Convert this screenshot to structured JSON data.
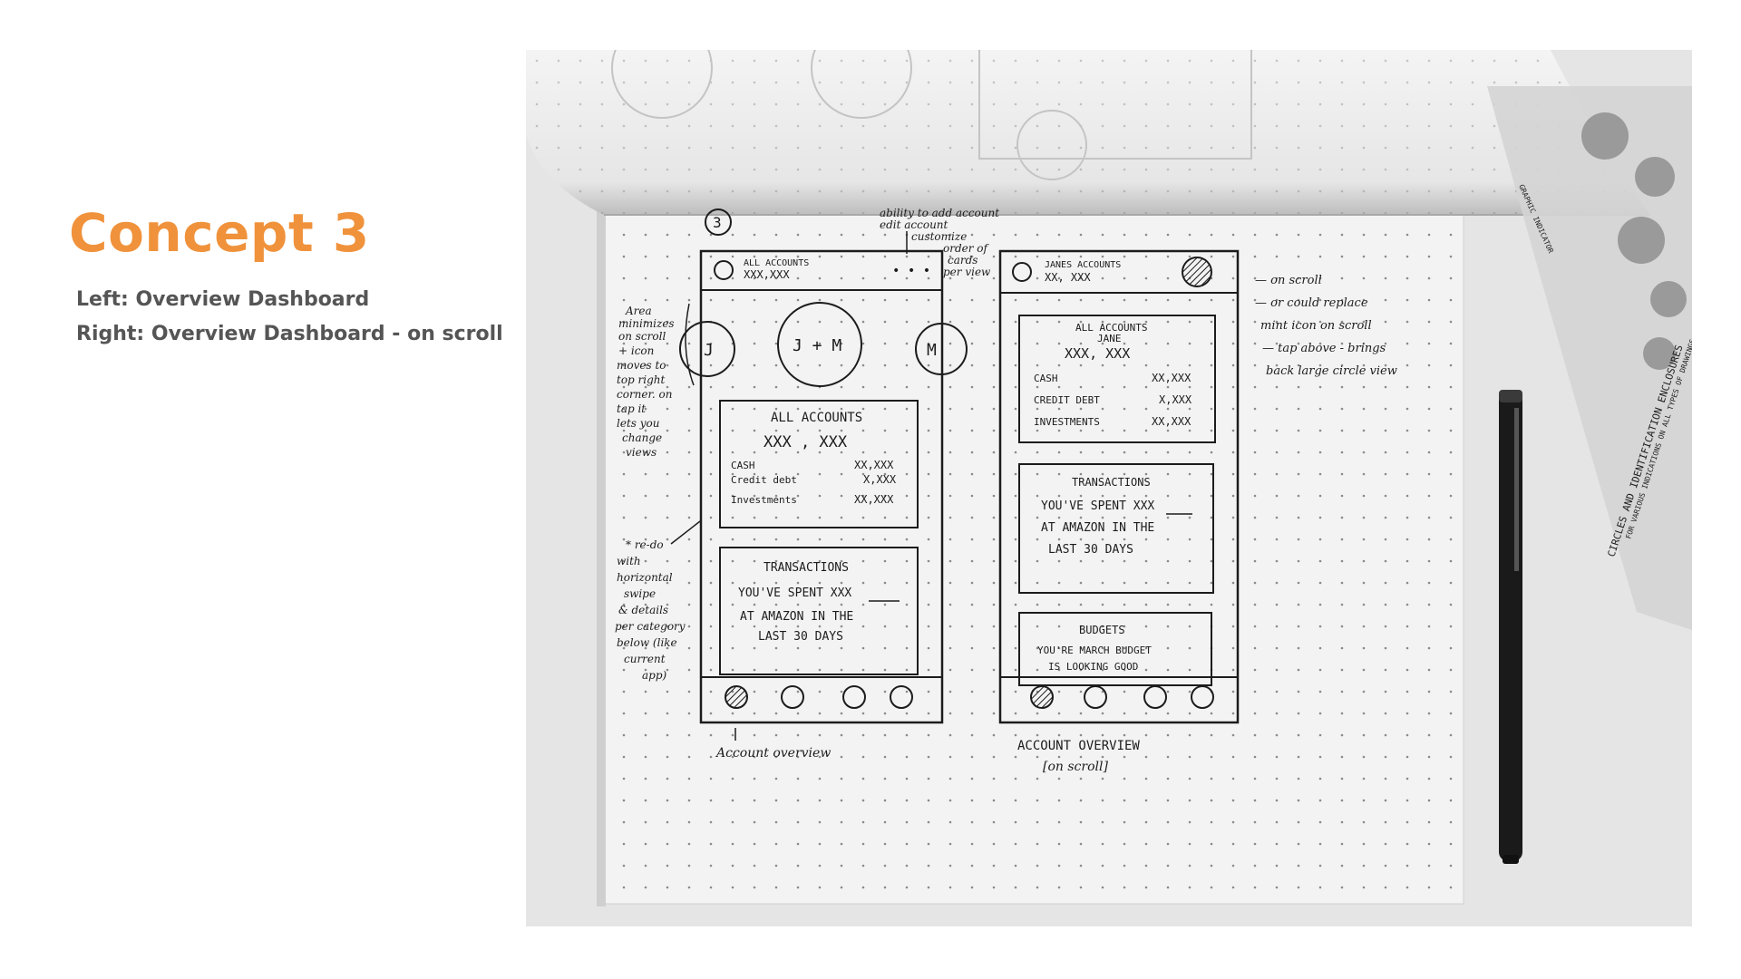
{
  "slide": {
    "title": "Concept 3",
    "subtitle_left": "Left: Overview Dashboard",
    "subtitle_right": "Right: Overview Dashboard - on scroll",
    "accent_color": "#f0923b",
    "subtitle_color": "#555555"
  },
  "sketch": {
    "page_number": "3",
    "left_phone": {
      "header_title": "ALL ACCOUNTS",
      "header_amount": "XXX,XXX",
      "header_menu": "• • •",
      "avatar_left": "J",
      "avatar_center": "J + M",
      "avatar_right": "M",
      "card1_title": "ALL ACCOUNTS",
      "card1_amount": "XXX , XXX",
      "card1_rows": [
        {
          "label": "CASH",
          "value": "XX,XXX"
        },
        {
          "label": "Credit debt",
          "value": "X,XXX"
        },
        {
          "label": "Investments",
          "value": "XX,XXX"
        }
      ],
      "card2_title": "TRANSACTIONS",
      "card2_line1": "YOU'VE SPENT XXX",
      "card2_line2": "AT AMAZON IN THE",
      "card2_line3": "LAST 30 DAYS",
      "caption": "Account overview"
    },
    "right_phone": {
      "header_title": "JANES ACCOUNTS",
      "header_amount": "XX, XXX",
      "card1_title": "ALL ACCOUNTS",
      "card1_subtitle": "JANE",
      "card1_amount": "XXX, XXX",
      "card1_rows": [
        {
          "label": "CASH",
          "value": "XX,XXX"
        },
        {
          "label": "CREDIT DEBT",
          "value": "X,XXX"
        },
        {
          "label": "INVESTMENTS",
          "value": "XX,XXX"
        }
      ],
      "card2_title": "TRANSACTIONS",
      "card2_line1": "YOU'VE SPENT XXX",
      "card2_line2": "AT AMAZON IN THE",
      "card2_line3": "LAST 30 DAYS",
      "card3_title": "BUDGETS",
      "card3_line1": "YOU'RE MARCH BUDGET",
      "card3_line2": "IS LOOKING GOOD",
      "caption_line1": "ACCOUNT OVERVIEW",
      "caption_line2": "[on scroll]"
    },
    "notes_top": [
      "ability to add account",
      "edit account",
      "customize",
      "order of",
      "cards",
      "per view"
    ],
    "notes_left_top": [
      "Area",
      "minimizes",
      "on scroll",
      "+ icon",
      "moves to",
      "top right",
      "corner. on",
      "tap it",
      "lets you",
      "change",
      "views"
    ],
    "notes_left_bottom": [
      "* re-do",
      "with",
      "horizontal",
      "swipe",
      "& details",
      "per category",
      "below (like",
      "current",
      "app)"
    ],
    "notes_right": [
      "— on scroll",
      "— or could replace",
      "mint icon on scroll",
      "— tap above - brings",
      "back large circle view"
    ],
    "ruler_text": [
      "CIRCLES AND IDENTIFICATION ENCLOSURES",
      "FOR VARIOUS INDICATIONS ON ALL TYPES OF DRAWINGS",
      "GRAPHIC INDICATOR"
    ]
  }
}
